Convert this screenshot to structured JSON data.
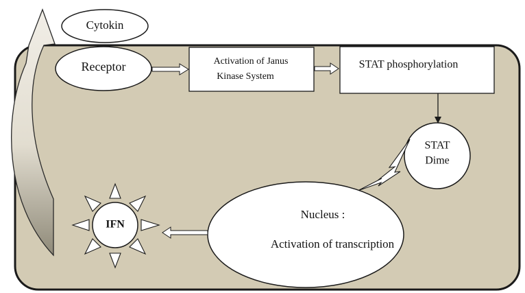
{
  "diagram": {
    "cytokine_label": "Cytokin",
    "receptor_label": "Receptor",
    "jak_label_line1": "Activation of Janus",
    "jak_label_line2": "Kinase   System",
    "stat_phos_label": "STAT phosphorylation",
    "stat_dimer_line1": "STAT",
    "stat_dimer_line2": "Dime",
    "nucleus_label": "Nucleus  :",
    "transcription_label": "Activation of transcription",
    "ifn_label": "IFN"
  },
  "colors": {
    "cell_fill": "#d3cbb4",
    "outline": "#1a1a1a",
    "box_fill": "#ffffff",
    "arrow_fill": "#ffffff",
    "curved_arrow_light": "#ece8df",
    "curved_arrow_dark": "#8c8776"
  }
}
